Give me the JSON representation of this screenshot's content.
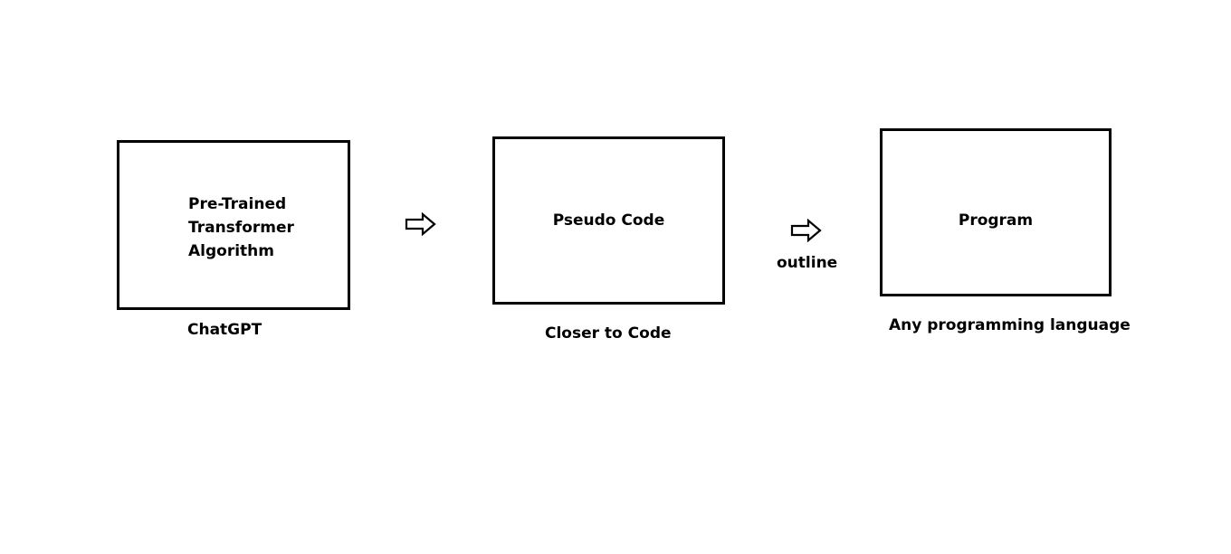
{
  "colors": {
    "stroke": "#000000",
    "background": "#ffffff"
  },
  "nodes": [
    {
      "id": "pretrained-transformer",
      "lines": [
        "Pre-Trained",
        "Transformer",
        "Algorithm"
      ],
      "caption": "ChatGPT"
    },
    {
      "id": "pseudo-code",
      "lines": [
        "Pseudo Code"
      ],
      "caption": "Closer to Code"
    },
    {
      "id": "program",
      "lines": [
        "Program"
      ],
      "caption": "Any programming language"
    }
  ],
  "edges": [
    {
      "from": "pretrained-transformer",
      "to": "pseudo-code",
      "icon": "right-arrow-icon",
      "label": ""
    },
    {
      "from": "pseudo-code",
      "to": "program",
      "icon": "right-arrow-icon",
      "label": "outline"
    }
  ]
}
